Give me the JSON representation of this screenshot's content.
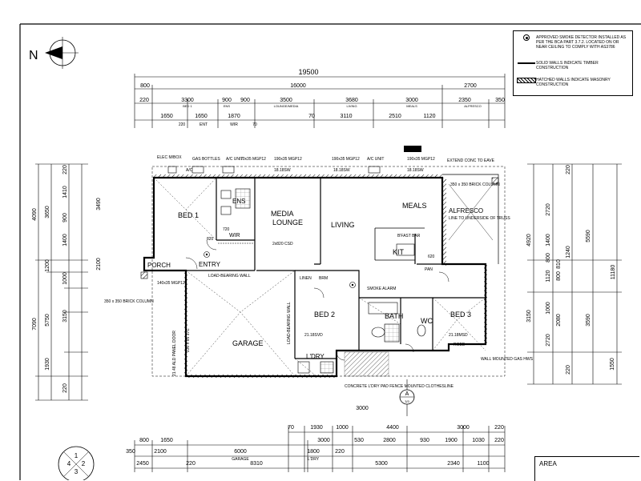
{
  "legend": {
    "smoke_text": "APPROVED SMOKE DETECTOR INSTALLED AS PER THE BCA PART 3.7.2. LOCATED ON OR NEAR CEILING TO COMPLY WITH AS3786",
    "solid_text": "SOLID WALLS INDICATE TIMBER CONSTRUCTION",
    "hatched_text": "HATCHED WALLS INDICATE MASONRY CONSTRUCTION"
  },
  "north": "N",
  "area_title": "AREA",
  "dims": {
    "top_overall": "19500",
    "top_800": "800",
    "top_16000": "16000",
    "top_2700": "2700",
    "r3": [
      "220",
      "3300",
      "900",
      "900",
      "3500",
      "3680",
      "3000",
      "2350",
      "350"
    ],
    "r4": [
      "1650",
      "1650",
      "1870",
      "70",
      "3110",
      "2510",
      "1120"
    ],
    "r4_small": [
      "70",
      "220",
      "ENT",
      "WIR",
      "70"
    ],
    "room_top": [
      "BED 1",
      "ENS",
      "LOUNGE/MEDIA",
      "LIVING",
      "MEALS",
      "ALFRESCO"
    ],
    "left_outer": [
      "4090",
      "7090"
    ],
    "left_mid": [
      "3650",
      "1200",
      "5750",
      "1930"
    ],
    "left_inner": [
      "220",
      "1410",
      "900",
      "1400",
      "1000",
      "3150",
      "220"
    ],
    "right_outer": [
      "4920",
      "11180"
    ],
    "right_mid": [
      "2720",
      "5590",
      "3150",
      "1550"
    ],
    "right_inner": [
      "220",
      "1400",
      "800",
      "1240",
      "810",
      "800",
      "1120",
      "1000",
      "2080",
      "3590",
      "2720",
      "220"
    ],
    "bottom_r1": [
      "70",
      "1930",
      "1000",
      "4400",
      "3000",
      "220"
    ],
    "bottom_r2": [
      "800",
      "1650",
      "3000",
      "530",
      "2800",
      "930",
      "1900",
      "1030",
      "220"
    ],
    "bottom_r3": [
      "350",
      "2100",
      "6000",
      "1800",
      "220"
    ],
    "bottom_r4": [
      "2450",
      "220",
      "8310",
      "5300",
      "2340",
      "1100"
    ],
    "bottom_small": [
      "70",
      "70",
      "GARAGE",
      "L'DRY"
    ],
    "mid_3000": "3000",
    "left_3490": "3490",
    "left_2100": "2100"
  },
  "rooms": {
    "bed1": "BED 1",
    "media": "MEDIA LOUNGE",
    "living": "LIVING",
    "meals": "MEALS",
    "alfresco": "ALFRESCO",
    "ens": "ENS",
    "wir": "WIR",
    "porch": "PORCH",
    "entry": "ENTRY",
    "kit": "KIT",
    "garage": "GARAGE",
    "bed2": "BED 2",
    "bed3": "BED 3",
    "bath": "BATH",
    "wc": "WC",
    "ldry": "L'DRY",
    "linen": "LINEN",
    "brm": "BRM"
  },
  "notes": {
    "elec": "ELEC M/BOX",
    "gas": "GAS BOTTLES",
    "ac_unit": "A/C UNIT",
    "beam1": "70x35 MGP12",
    "beam2": "190x35 MGP12",
    "beam3": "190x35 MGP12",
    "beam4": "190x35 MGP12",
    "span1": "18.18SW",
    "span2": "18.18SW",
    "span3": "18.18SW",
    "ext_conc": "EXTEND CONC TO EAVE",
    "brick_col": "350 x 350 BRICK COLUMN",
    "line_truss": "LINE TO UNDERSIDE OF TRUSS",
    "csd": "2x820 CSD",
    "bfast": "B'FAST BAR",
    "smoke": "SMOKE ALARM",
    "load1": "LOAD-BEARING WALL",
    "load2": "LOAD-BEARING WALL",
    "door": "21.48 ALD PANEL DOOR",
    "beam_g": "230 x 65 17C",
    "col_left": "350 x 350 BRICK COLUMN",
    "concrete": "CONCRETE L'DRY PAD FENCE MOUNTED CLOTHESLINE",
    "gas_hws": "WALL MOUNTED GAS HWS",
    "svd": "21.18SVD",
    "msd": "21.18MSD",
    "ac": "A/C",
    "porch_beam": "140x35 MGP12",
    "d820": "820",
    "d720": "720",
    "d620": "620",
    "robe": "ROBE",
    "pan": "PAN"
  },
  "section_marker": {
    "letter": "A",
    "sheet": "3/3"
  },
  "titleblock_nums": [
    "1",
    "2",
    "3",
    "4"
  ]
}
